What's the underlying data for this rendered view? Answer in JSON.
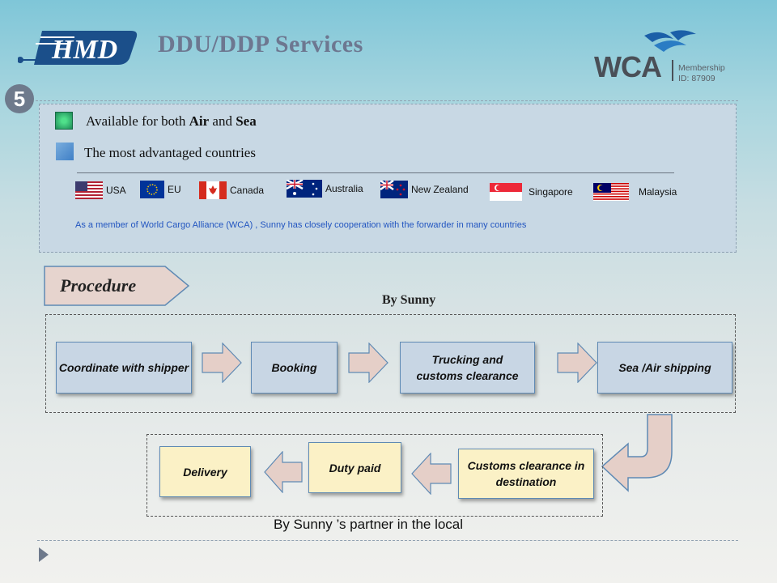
{
  "header": {
    "title": "DDU/DDP Services",
    "logo_text": "HMD",
    "step_number": "5",
    "wca": {
      "brand": "WCA",
      "membership_label": "Membership",
      "membership_id": "ID: 87909"
    }
  },
  "info": {
    "line1_prefix": "Available for both ",
    "line1_air": "Air",
    "line1_and": " and ",
    "line1_sea": "Sea",
    "line2": "The most advantaged countries",
    "countries": [
      "USA",
      "EU",
      "Canada",
      "Australia",
      "New Zealand",
      "Singapore",
      "Malaysia"
    ],
    "note": "As a member  of World Cargo Alliance (WCA) , Sunny has closely cooperation with the forwarder in many countries"
  },
  "procedure": {
    "label": "Procedure",
    "by_sunny": "By Sunny",
    "steps_row1": [
      "Coordinate with shipper",
      "Booking",
      "Trucking and customs clearance",
      "Sea /Air shipping"
    ],
    "steps_row2": [
      "Customs clearance in destination",
      "Duty paid",
      "Delivery"
    ],
    "partner": "By Sunny ’s partner in the local"
  },
  "colors": {
    "title": "#6d7790",
    "panel": "#c8d8e4",
    "step_blue": "#c8d6e4",
    "step_yellow": "#fbf1c6",
    "arrow": "#e5cfc8",
    "note": "#2255c0"
  }
}
